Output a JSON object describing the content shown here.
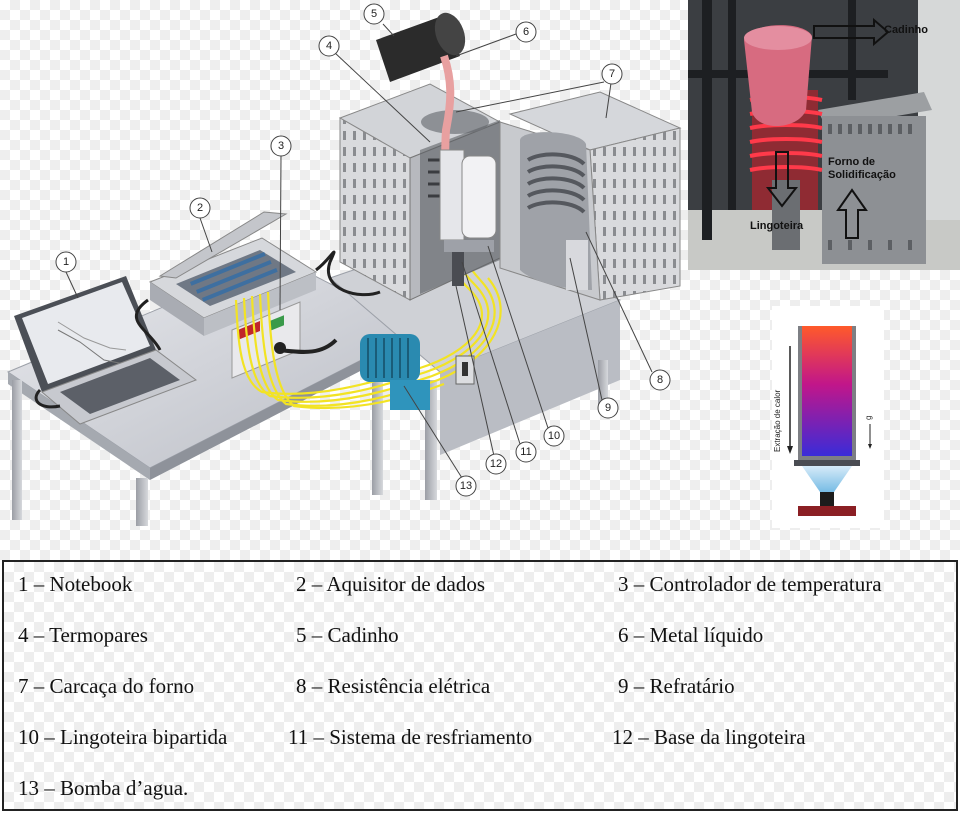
{
  "photo": {
    "label_crucible": "Cadinho",
    "label_furnace": "Forno de Solidificação",
    "label_mold": "Lingoteira"
  },
  "schematic": {
    "heat_label": "Extração de calor",
    "gravity_label": "g"
  },
  "callouts": [
    "1",
    "2",
    "3",
    "4",
    "5",
    "6",
    "7",
    "8",
    "9",
    "10",
    "11",
    "12",
    "13"
  ],
  "legend": [
    [
      "1 – Notebook",
      "2 – Aquisitor de dados",
      "3 – Controlador de temperatura"
    ],
    [
      "4 – Termopares",
      "5 – Cadinho",
      "6 – Metal líquido"
    ],
    [
      "7 – Carcaça do forno",
      "8 – Resistência elétrica",
      "9 – Refratário"
    ],
    [
      "10 – Lingoteira bipartida",
      "11 – Sistema de resfriamento",
      "12 – Base da lingoteira"
    ],
    [
      "13 – Bomba d’agua."
    ]
  ],
  "colors": {
    "metal": "#e8a0a0",
    "thermocouple": "#f2e324",
    "pump": "#2a8ab0",
    "heat_top": "#ff5a2a",
    "heat_bottom": "#3a2cd8"
  }
}
